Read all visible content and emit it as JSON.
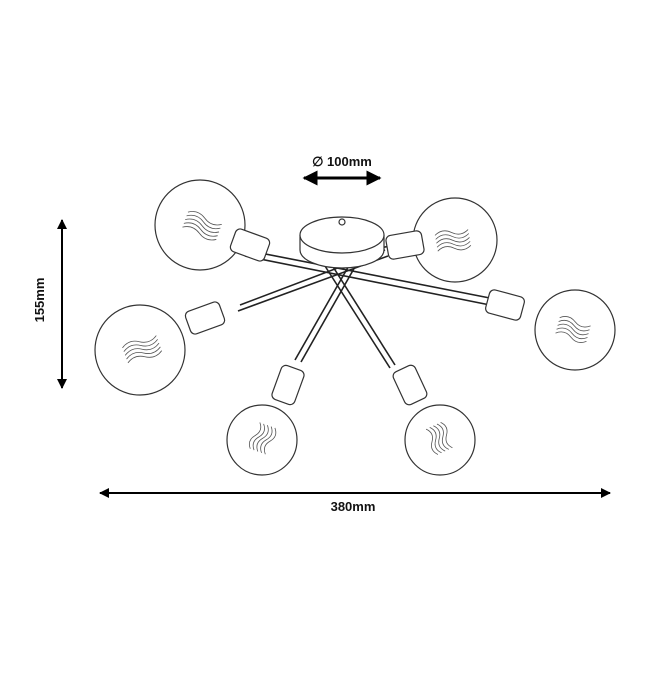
{
  "dimensions": {
    "diameter": "∅ 100mm",
    "height": "155mm",
    "width": "380mm"
  },
  "colors": {
    "line": "#222222",
    "arrow": "#000000"
  }
}
